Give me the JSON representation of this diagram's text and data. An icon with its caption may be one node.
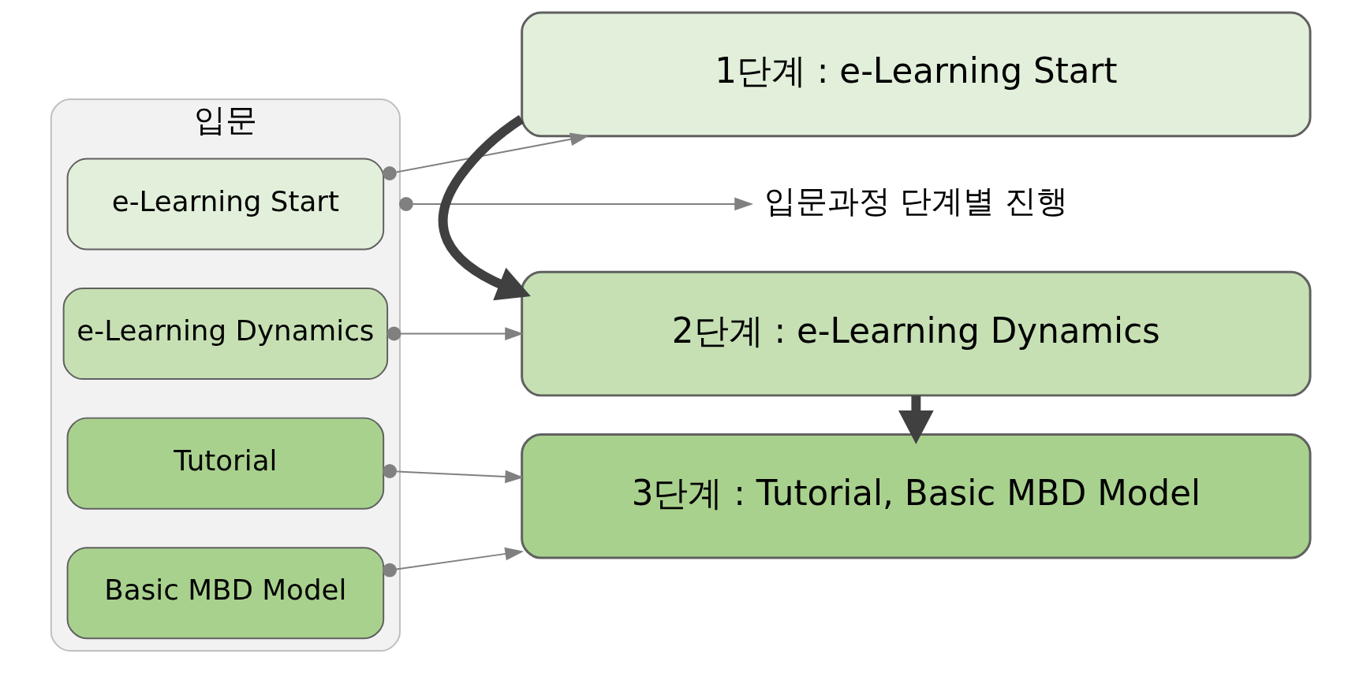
{
  "diagram": {
    "nodes": [
      {
        "text": [
          "입문"
        ]
      },
      {
        "text": [
          "입문과정 단계별 진행"
        ]
      },
      {
        "text": [
          "e-Learning Start"
        ],
        "in": 0
      },
      {
        "text": [
          "e-Learning Dynamics"
        ],
        "in": 0
      },
      {
        "text": [
          "Tutorial"
        ],
        "in": 0
      },
      {
        "text": [
          "Basic MBD Model"
        ],
        "in": 0
      },
      {
        "text": [
          "1단계 : e-Learning Start"
        ]
      },
      {
        "text": [
          "2단계 : e-Learning Dynamics"
        ]
      },
      {
        "text": [
          "3단계 : Tutorial, Basic MBD Model"
        ]
      }
    ],
    "edges": [
      {
        "from": 0,
        "to": 1,
        "arrow": "to"
      },
      {
        "from": 2,
        "to": 6,
        "arrow": "to"
      },
      {
        "from": 3,
        "to": 7,
        "arrow": "to"
      },
      {
        "from": 4,
        "to": 8,
        "arrow": "to"
      },
      {
        "from": 5,
        "to": 8,
        "arrow": "to"
      },
      {
        "from": 6,
        "to": 7,
        "arrow": "to",
        "style": "thick",
        "color": "#404040"
      },
      {
        "from": 7,
        "to": 8,
        "arrow": "to",
        "style": "thick",
        "color": "#404040"
      }
    ]
  }
}
